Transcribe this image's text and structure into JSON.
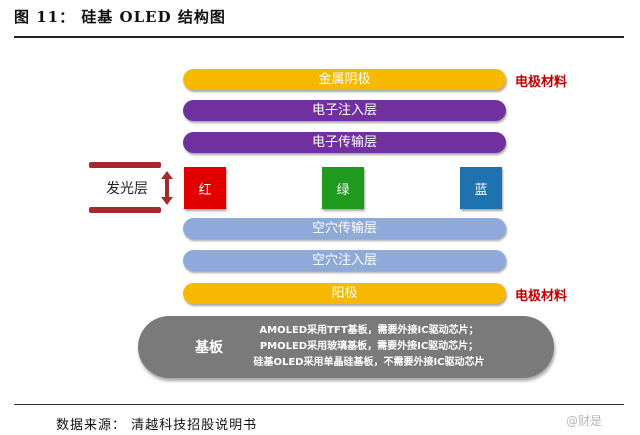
{
  "figure": {
    "title": "图 11：  硅基 OLED 结构图",
    "source": "数据来源：  清越科技招股说明书",
    "watermark": "@财是"
  },
  "colors": {
    "gold": "#f6b800",
    "purple": "#7030a0",
    "light_blue": "#8eaadb",
    "red": "#e00000",
    "green": "#1f9a1f",
    "blue": "#1f72b0",
    "label_red": "#c00000",
    "gray": "#7a7a7a"
  },
  "layers": {
    "metal_cathode": "金属阴极",
    "electron_injection": "电子注入层",
    "electron_transport": "电子传输层",
    "hole_transport": "空穴传输层",
    "hole_injection": "空穴注入层",
    "anode": "阳极"
  },
  "side_labels": {
    "electrode_top": "电极材料",
    "electrode_bottom": "电极材料"
  },
  "emission": {
    "label": "发光层",
    "red": "红",
    "green": "绿",
    "blue": "蓝"
  },
  "substrate": {
    "label": "基板",
    "notes": [
      "AMOLED采用TFT基板，需要外接IC驱动芯片；",
      "PMOLED采用玻璃基板，需要外接IC驱动芯片；",
      "硅基OLED采用单晶硅基板，不需要外接IC驱动芯片"
    ]
  }
}
